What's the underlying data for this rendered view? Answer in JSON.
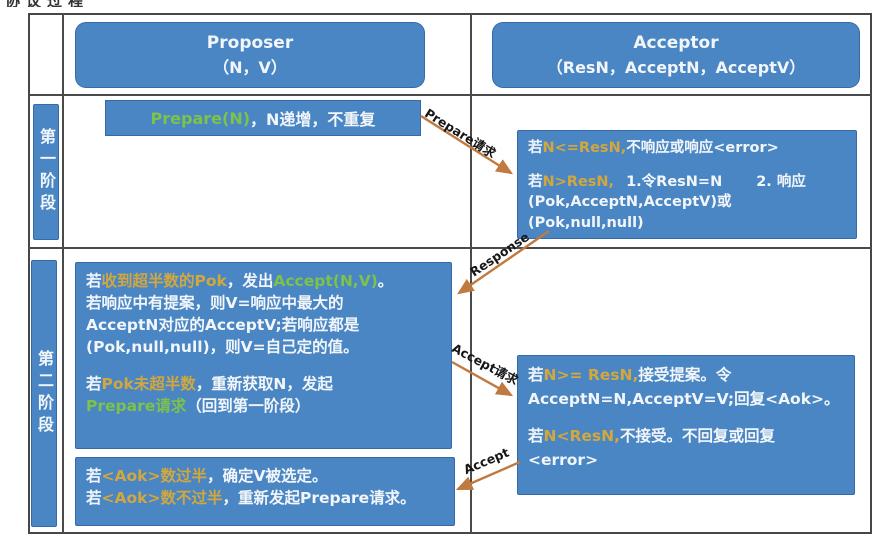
{
  "meta": {
    "top_cropped_text": "协议过程",
    "colors": {
      "box_blue": "#4a86c4",
      "highlight_yellow": "#d2a73e",
      "highlight_green": "#7dc24a",
      "arrow_orange": "#c0793f",
      "grid_border": "#474747",
      "text_white": "#f2f6fa"
    }
  },
  "header": {
    "proposer_title": "Proposer",
    "proposer_params": "（N，V）",
    "acceptor_title": "Acceptor",
    "acceptor_params": "（ResN，AcceptN，AcceptV）"
  },
  "phase1": {
    "label": "第一阶段",
    "prepare_box": {
      "green": "Prepare(N)",
      "white": "，N递增，不重复"
    },
    "acceptor_box": {
      "r1_w1": "若",
      "r1_y": "N<=ResN,",
      "r1_w2": "不响应或响应<error>",
      "r2_w1": "若",
      "r2_y": "N>ResN,",
      "r2_w2": "1.令ResN=N",
      "r2_w3": "2. 响应",
      "r3": "(Pok,AcceptN,AcceptV)或(Pok,null,null)"
    }
  },
  "phase2": {
    "label": "第二阶段",
    "proposer_box": {
      "l1_w1": "若",
      "l1_y": "收到超半数的Pok",
      "l1_w2": "，发出",
      "l1_g": "Accept(N,V)",
      "l1_w3": "。",
      "l2": "若响应中有提案，则V=响应中最大的",
      "l3": "AcceptN对应的AcceptV;若响应都是",
      "l4": "(Pok,null,null)，则V=自己定的值。",
      "l5_w1": "若",
      "l5_y": "Pok未超半数",
      "l5_w2": "，重新获取N，发起",
      "l6_g": "Prepare请求",
      "l6_w": "（回到第一阶段）"
    },
    "result_box": {
      "l1_w1": "若",
      "l1_y": "<Aok>数过半",
      "l1_w2": "，确定V被选定。",
      "l2_w1": "若",
      "l2_y": "<Aok>数不过半",
      "l2_w2": "，重新发起Prepare请求。"
    },
    "acceptor_box": {
      "l1_w1": "若",
      "l1_y": "N>= ResN,",
      "l1_w2": "接受提案。令",
      "l2": "AcceptN=N,AcceptV=V;回复<Aok>。",
      "l3_w1": "若",
      "l3_y": "N<ResN,",
      "l3_w2": "不接受。不回复或回复",
      "l4": "<error>"
    }
  },
  "arrows": {
    "prepare": "Prepare请求",
    "response": "Response",
    "accept_request": "Accept请求",
    "accept": "Accept"
  }
}
